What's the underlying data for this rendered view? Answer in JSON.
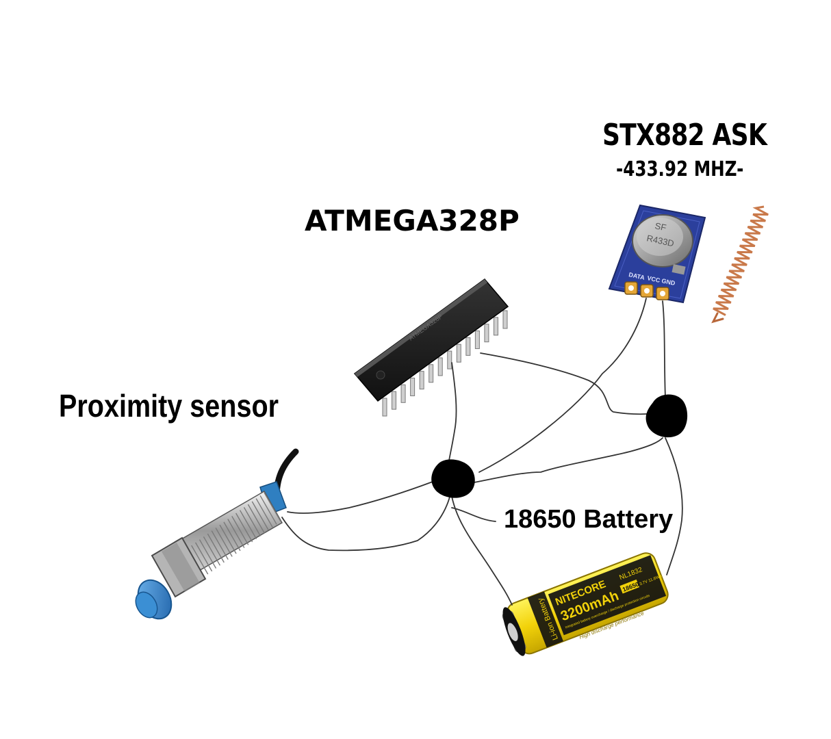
{
  "labels": {
    "transmitter_title": "STX882 ASK",
    "transmitter_freq": "-433.92 MHZ-",
    "mcu_title": "ATMEGA328P",
    "sensor_title": "Proximity sensor",
    "battery_title": "18650 Battery"
  },
  "transmitter_module": {
    "can_line1": "SF",
    "can_line2": "R433D",
    "pin_labels": [
      "DATA",
      "VCC",
      "GND"
    ]
  },
  "battery": {
    "brand": "NITECORE",
    "model": "NL1832",
    "capacity": "3200mAh",
    "size": "18650",
    "spec": "3.7V 11.8Wh",
    "small_print": "Integrated battery overcharge / discharge protection circuits",
    "side_text": "Li-ion Battery",
    "tagline": "High discharge performance"
  },
  "colors": {
    "pcb_blue": "#2b3f9c",
    "battery_yellow": "#f2d20a",
    "copper": "#c9794a",
    "wire": "#333333",
    "sensor_cap": "#3b8fd4"
  }
}
